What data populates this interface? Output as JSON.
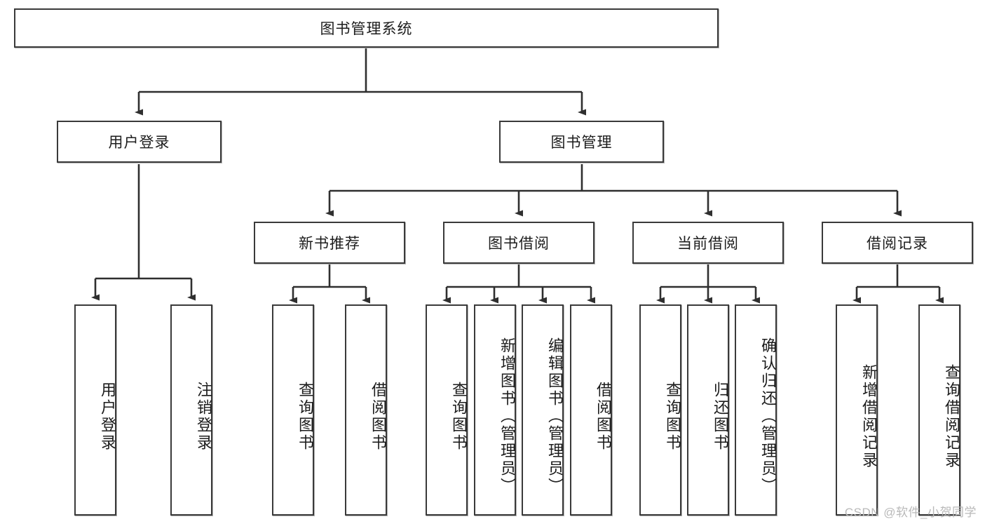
{
  "diagram": {
    "title": "图书管理系统",
    "watermark": "CSDN @软件_小贺同学",
    "colors": {
      "box_border": "#3a3a3a",
      "box_fill": "#ffffff",
      "connector": "#2f2f2f",
      "text": "#1c1c1c",
      "watermark": "#b9b9b9"
    },
    "levels": {
      "root": {
        "label": "图书管理系统"
      },
      "level2": [
        {
          "id": "user-login",
          "label": "用户登录"
        },
        {
          "id": "book-manage",
          "label": "图书管理"
        }
      ],
      "level3": [
        {
          "id": "new-book-recommend",
          "label": "新书推荐"
        },
        {
          "id": "book-borrow",
          "label": "图书借阅"
        },
        {
          "id": "current-borrow",
          "label": "当前借阅"
        },
        {
          "id": "borrow-record",
          "label": "借阅记录"
        }
      ],
      "leaves": {
        "user_login": [
          {
            "id": "leaf-user-login",
            "label": "用户登录"
          },
          {
            "id": "leaf-logout-login",
            "label": "注销登录"
          }
        ],
        "new_book_recommend": [
          {
            "id": "leaf-query-book-1",
            "label": "查询图书"
          },
          {
            "id": "leaf-borrow-book-1",
            "label": "借阅图书"
          }
        ],
        "book_borrow": [
          {
            "id": "leaf-query-book-2",
            "label": "查询图书"
          },
          {
            "id": "leaf-add-book",
            "label": "新增图书（管理员）"
          },
          {
            "id": "leaf-edit-book",
            "label": "编辑图书（管理员）"
          },
          {
            "id": "leaf-borrow-book-2",
            "label": "借阅图书"
          }
        ],
        "current_borrow": [
          {
            "id": "leaf-query-book-3",
            "label": "查询图书"
          },
          {
            "id": "leaf-return-book",
            "label": "归还图书"
          },
          {
            "id": "leaf-confirm-return",
            "label": "确认归还（管理员）"
          }
        ],
        "borrow_record": [
          {
            "id": "leaf-add-record",
            "label": "新增借阅记录"
          },
          {
            "id": "leaf-query-record",
            "label": "查询借阅记录"
          }
        ]
      }
    }
  }
}
